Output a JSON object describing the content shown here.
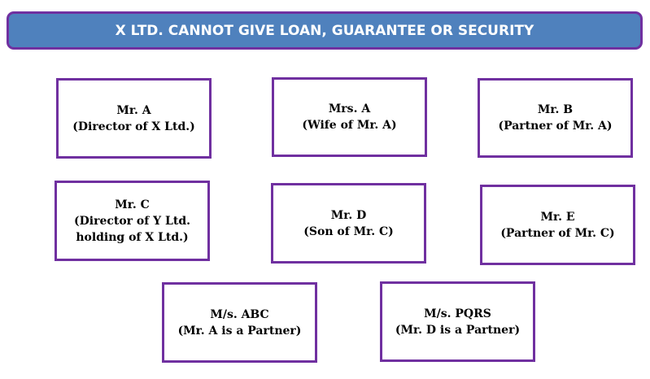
{
  "title": "X LTD. CANNOT GIVE LOAN, GUARANTEE  OR SECURITY",
  "colors": {
    "header_fill": "#4F81BD",
    "border": "#7030A0"
  },
  "boxes": [
    {
      "name": "Mr. A",
      "lines": [
        "(Director of X Ltd.)"
      ]
    },
    {
      "name": "Mrs. A",
      "lines": [
        "(Wife of Mr. A)"
      ]
    },
    {
      "name": "Mr. B",
      "lines": [
        "(Partner of Mr. A)"
      ]
    },
    {
      "name": "Mr. C",
      "lines": [
        "(Director of Y Ltd.",
        "holding of X Ltd.)"
      ]
    },
    {
      "name": "Mr. D",
      "lines": [
        "(Son of Mr. C)"
      ]
    },
    {
      "name": "Mr. E",
      "lines": [
        "(Partner of Mr. C)"
      ]
    },
    {
      "name": "M/s. ABC",
      "lines": [
        "(Mr. A is a Partner)"
      ]
    },
    {
      "name": "M/s. PQRS",
      "lines": [
        "(Mr. D is a Partner)"
      ]
    }
  ]
}
